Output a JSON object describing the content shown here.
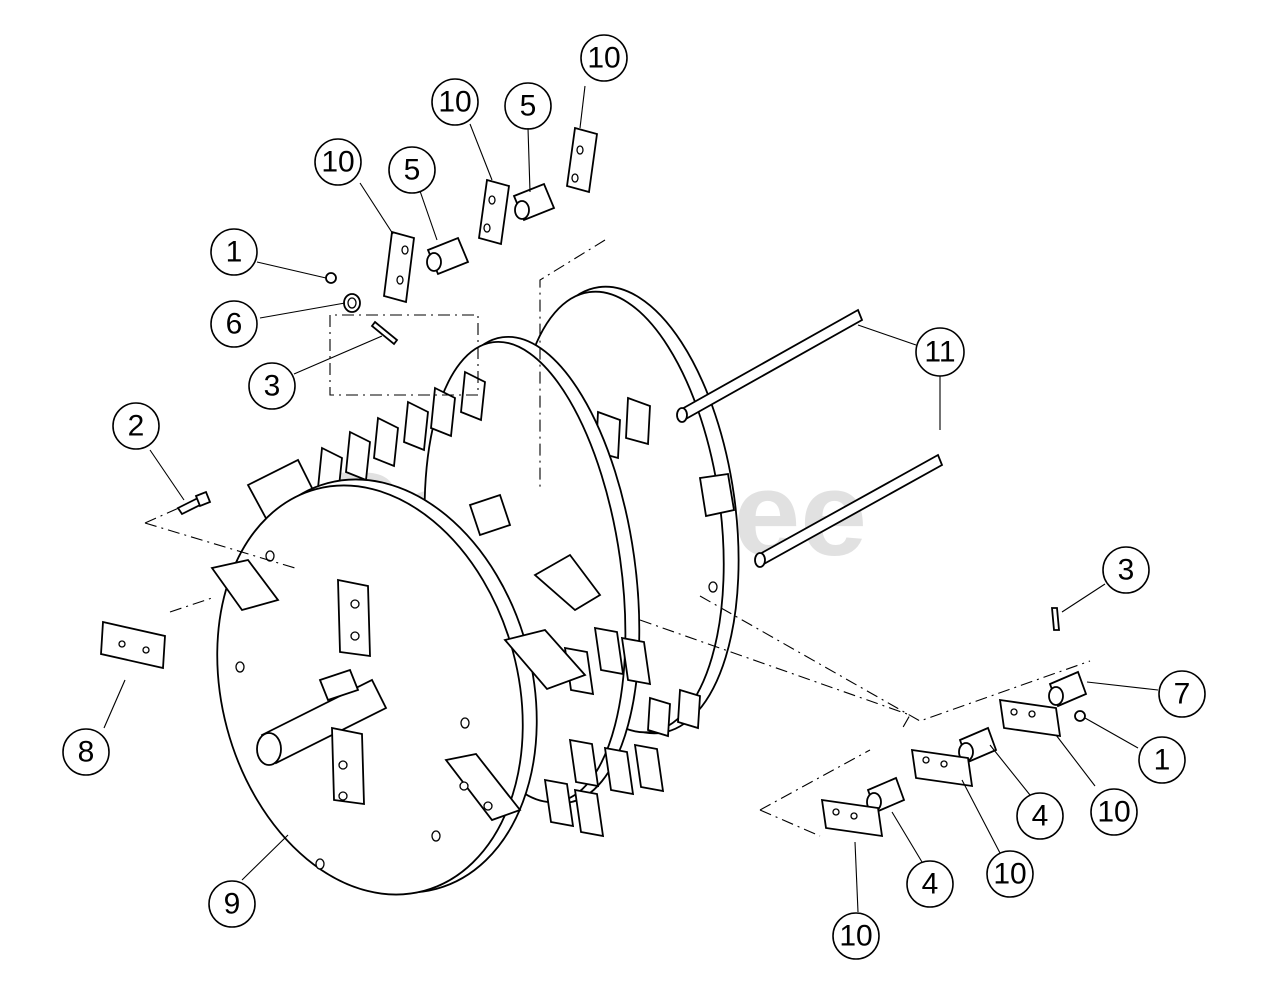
{
  "watermark": "PartsTree",
  "callouts": [
    {
      "id": "c10a",
      "label": "10"
    },
    {
      "id": "c10b",
      "label": "10"
    },
    {
      "id": "c5a",
      "label": "5"
    },
    {
      "id": "c10c",
      "label": "10"
    },
    {
      "id": "c5b",
      "label": "5"
    },
    {
      "id": "c1a",
      "label": "1"
    },
    {
      "id": "c6",
      "label": "6"
    },
    {
      "id": "c3a",
      "label": "3"
    },
    {
      "id": "c11",
      "label": "11"
    },
    {
      "id": "c2",
      "label": "2"
    },
    {
      "id": "c3b",
      "label": "3"
    },
    {
      "id": "c7",
      "label": "7"
    },
    {
      "id": "c1b",
      "label": "1"
    },
    {
      "id": "c8",
      "label": "8"
    },
    {
      "id": "c4a",
      "label": "4"
    },
    {
      "id": "c10d",
      "label": "10"
    },
    {
      "id": "c10e",
      "label": "10"
    },
    {
      "id": "c9",
      "label": "9"
    },
    {
      "id": "c4b",
      "label": "4"
    },
    {
      "id": "c10f",
      "label": "10"
    }
  ]
}
